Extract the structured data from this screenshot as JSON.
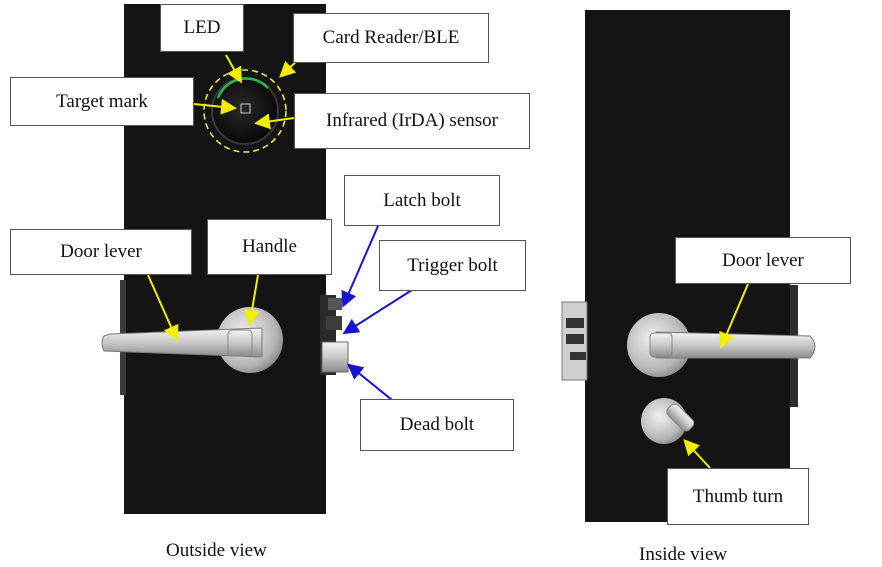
{
  "colors": {
    "door": "#141414",
    "steel_light": "#e8e8e8",
    "steel_dark": "#8c8c8c",
    "callout_arrow_yellow": "#f2ee00",
    "callout_arrow_blue": "#1414d2",
    "reader_ring": "#e8e84a"
  },
  "outside": {
    "caption": "Outside view",
    "labels": {
      "led": "LED",
      "card_reader": "Card Reader/BLE",
      "target_mark": "Target mark",
      "infrared": "Infrared (IrDA) sensor",
      "latch_bolt": "Latch bolt",
      "trigger_bolt": "Trigger bolt",
      "door_lever": "Door lever",
      "handle": "Handle",
      "dead_bolt": "Dead bolt"
    }
  },
  "inside": {
    "caption": "Inside view",
    "labels": {
      "door_lever": "Door lever",
      "thumb_turn": "Thumb turn"
    }
  }
}
